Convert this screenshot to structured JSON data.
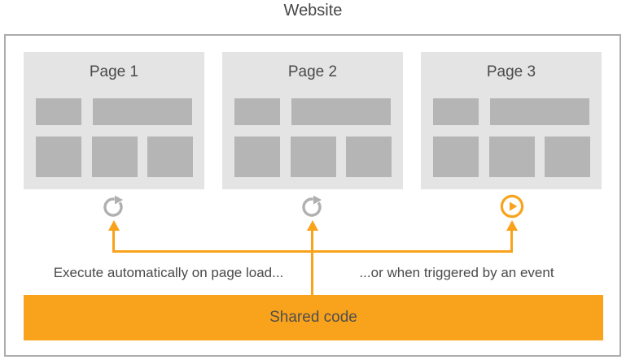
{
  "title": "Website",
  "pages": [
    {
      "label": "Page 1",
      "icon": "refresh-icon",
      "trigger": "page-load"
    },
    {
      "label": "Page 2",
      "icon": "refresh-icon",
      "trigger": "page-load"
    },
    {
      "label": "Page 3",
      "icon": "play-icon",
      "trigger": "event"
    }
  ],
  "annotations": {
    "page_load": "Execute automatically on page load...",
    "event": "...or when triggered by an event"
  },
  "shared_code": {
    "label": "Shared code"
  },
  "colors": {
    "accent_orange": "#f9a21b",
    "box_border": "#acacac",
    "card_background": "#e4e4e4",
    "content_block_gray": "#b5b5b5",
    "icon_gray": "#b0b0b0",
    "text_dark": "#4a4a4a"
  }
}
